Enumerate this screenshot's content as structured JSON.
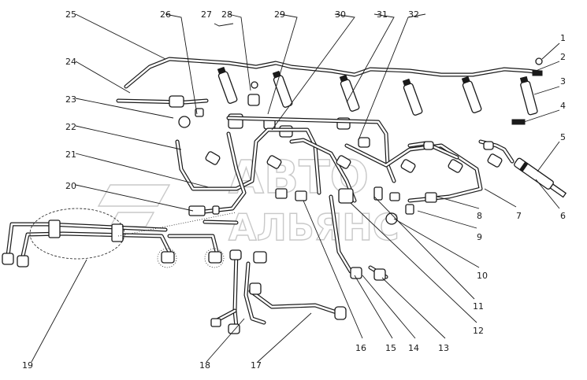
{
  "watermark": {
    "line1": "АВТО",
    "line2": "АЛЬЯНС"
  },
  "callouts": [
    {
      "id": "1",
      "label": "1"
    },
    {
      "id": "2",
      "label": "2"
    },
    {
      "id": "3",
      "label": "3"
    },
    {
      "id": "4",
      "label": "4"
    },
    {
      "id": "5",
      "label": "5"
    },
    {
      "id": "6",
      "label": "6"
    },
    {
      "id": "7",
      "label": "7"
    },
    {
      "id": "8",
      "label": "8"
    },
    {
      "id": "9",
      "label": "9"
    },
    {
      "id": "10",
      "label": "10"
    },
    {
      "id": "11",
      "label": "11"
    },
    {
      "id": "12",
      "label": "12"
    },
    {
      "id": "13",
      "label": "13"
    },
    {
      "id": "14",
      "label": "14"
    },
    {
      "id": "15",
      "label": "15"
    },
    {
      "id": "16",
      "label": "16"
    },
    {
      "id": "17",
      "label": "17"
    },
    {
      "id": "18",
      "label": "18"
    },
    {
      "id": "19",
      "label": "19"
    },
    {
      "id": "20",
      "label": "20"
    },
    {
      "id": "21",
      "label": "21"
    },
    {
      "id": "22",
      "label": "22"
    },
    {
      "id": "23",
      "label": "23"
    },
    {
      "id": "24",
      "label": "24"
    },
    {
      "id": "25",
      "label": "25"
    },
    {
      "id": "26",
      "label": "26"
    },
    {
      "id": "27",
      "label": "27"
    },
    {
      "id": "28",
      "label": "28"
    },
    {
      "id": "29",
      "label": "29"
    },
    {
      "id": "30",
      "label": "30"
    },
    {
      "id": "31",
      "label": "31"
    },
    {
      "id": "32",
      "label": "32"
    }
  ]
}
